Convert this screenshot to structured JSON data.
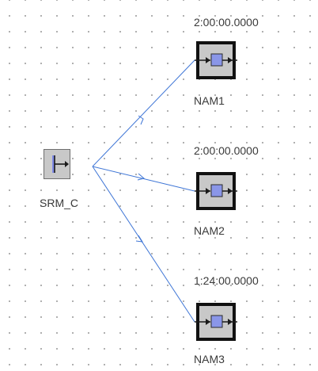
{
  "source": {
    "label": "SRM_C",
    "icon": "source-arrow-icon"
  },
  "targets": [
    {
      "label": "NAM1",
      "duration": "2:00:00.0000",
      "icon": "process-block-icon"
    },
    {
      "label": "NAM2",
      "duration": "2:00:00.0000",
      "icon": "process-block-icon"
    },
    {
      "label": "NAM3",
      "duration": "1:24:00.0000",
      "icon": "process-block-icon"
    }
  ],
  "colors": {
    "connector": "#3f76d6",
    "node_gray": "#c8c8c8",
    "node_inner": "#8a96e8",
    "node_dark": "#111111"
  }
}
